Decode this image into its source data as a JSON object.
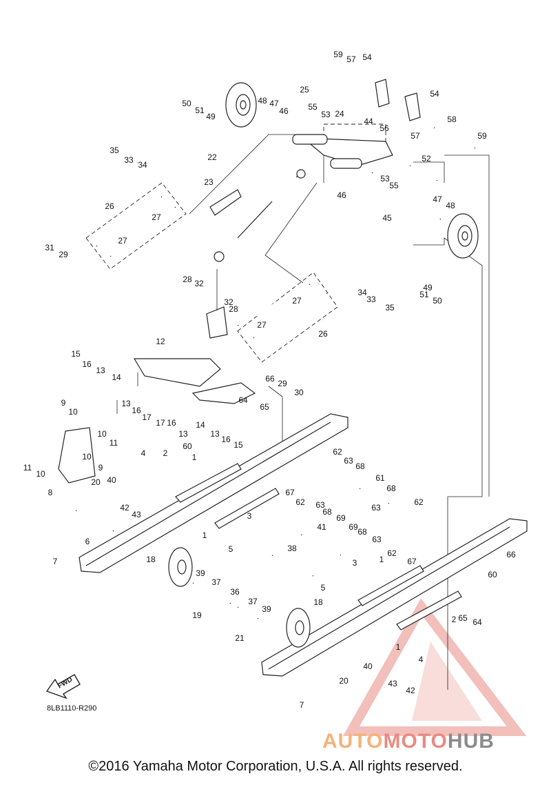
{
  "diagram": {
    "code": "8LB1110-R290",
    "fwd_label": "FWD",
    "callouts": [
      {
        "n": "1"
      },
      {
        "n": "1"
      },
      {
        "n": "1"
      },
      {
        "n": "1"
      },
      {
        "n": "2"
      },
      {
        "n": "2"
      },
      {
        "n": "3"
      },
      {
        "n": "3"
      },
      {
        "n": "4"
      },
      {
        "n": "4"
      },
      {
        "n": "5"
      },
      {
        "n": "5"
      },
      {
        "n": "6"
      },
      {
        "n": "7"
      },
      {
        "n": "7"
      },
      {
        "n": "8"
      },
      {
        "n": "9"
      },
      {
        "n": "9"
      },
      {
        "n": "10"
      },
      {
        "n": "10"
      },
      {
        "n": "10"
      },
      {
        "n": "10"
      },
      {
        "n": "11"
      },
      {
        "n": "11"
      },
      {
        "n": "12"
      },
      {
        "n": "13"
      },
      {
        "n": "13"
      },
      {
        "n": "13"
      },
      {
        "n": "13"
      },
      {
        "n": "14"
      },
      {
        "n": "14"
      },
      {
        "n": "15"
      },
      {
        "n": "15"
      },
      {
        "n": "16"
      },
      {
        "n": "16"
      },
      {
        "n": "16"
      },
      {
        "n": "16"
      },
      {
        "n": "17"
      },
      {
        "n": "17"
      },
      {
        "n": "18"
      },
      {
        "n": "18"
      },
      {
        "n": "19"
      },
      {
        "n": "20"
      },
      {
        "n": "20"
      },
      {
        "n": "21"
      },
      {
        "n": "22"
      },
      {
        "n": "23"
      },
      {
        "n": "24"
      },
      {
        "n": "25"
      },
      {
        "n": "26"
      },
      {
        "n": "26"
      },
      {
        "n": "27"
      },
      {
        "n": "27"
      },
      {
        "n": "27"
      },
      {
        "n": "27"
      },
      {
        "n": "28"
      },
      {
        "n": "28"
      },
      {
        "n": "29"
      },
      {
        "n": "29"
      },
      {
        "n": "30"
      },
      {
        "n": "31"
      },
      {
        "n": "32"
      },
      {
        "n": "32"
      },
      {
        "n": "33"
      },
      {
        "n": "33"
      },
      {
        "n": "34"
      },
      {
        "n": "34"
      },
      {
        "n": "35"
      },
      {
        "n": "35"
      },
      {
        "n": "36"
      },
      {
        "n": "37"
      },
      {
        "n": "37"
      },
      {
        "n": "38"
      },
      {
        "n": "39"
      },
      {
        "n": "39"
      },
      {
        "n": "40"
      },
      {
        "n": "40"
      },
      {
        "n": "41"
      },
      {
        "n": "42"
      },
      {
        "n": "42"
      },
      {
        "n": "43"
      },
      {
        "n": "43"
      },
      {
        "n": "44"
      },
      {
        "n": "45"
      },
      {
        "n": "46"
      },
      {
        "n": "46"
      },
      {
        "n": "47"
      },
      {
        "n": "47"
      },
      {
        "n": "48"
      },
      {
        "n": "48"
      },
      {
        "n": "49"
      },
      {
        "n": "49"
      },
      {
        "n": "50"
      },
      {
        "n": "50"
      },
      {
        "n": "51"
      },
      {
        "n": "51"
      },
      {
        "n": "52"
      },
      {
        "n": "53"
      },
      {
        "n": "53"
      },
      {
        "n": "54"
      },
      {
        "n": "54"
      },
      {
        "n": "55"
      },
      {
        "n": "55"
      },
      {
        "n": "56"
      },
      {
        "n": "57"
      },
      {
        "n": "57"
      },
      {
        "n": "58"
      },
      {
        "n": "59"
      },
      {
        "n": "59"
      },
      {
        "n": "60"
      },
      {
        "n": "60"
      },
      {
        "n": "61"
      },
      {
        "n": "62"
      },
      {
        "n": "62"
      },
      {
        "n": "62"
      },
      {
        "n": "62"
      },
      {
        "n": "63"
      },
      {
        "n": "63"
      },
      {
        "n": "63"
      },
      {
        "n": "63"
      },
      {
        "n": "64"
      },
      {
        "n": "64"
      },
      {
        "n": "65"
      },
      {
        "n": "65"
      },
      {
        "n": "66"
      },
      {
        "n": "66"
      },
      {
        "n": "67"
      },
      {
        "n": "67"
      },
      {
        "n": "68"
      },
      {
        "n": "68"
      },
      {
        "n": "68"
      },
      {
        "n": "68"
      },
      {
        "n": "69"
      },
      {
        "n": "69"
      }
    ]
  },
  "footer": {
    "copyright": "©2016 Yamaha Motor Corporation, U.S.A. All rights reserved."
  },
  "watermark": {
    "part1": "AUTO",
    "part2": "MOTO",
    "part3": "HUB",
    "color_orange": "#f5b27a",
    "color_red": "#e98b82",
    "color_gray": "#8c8c8c"
  }
}
